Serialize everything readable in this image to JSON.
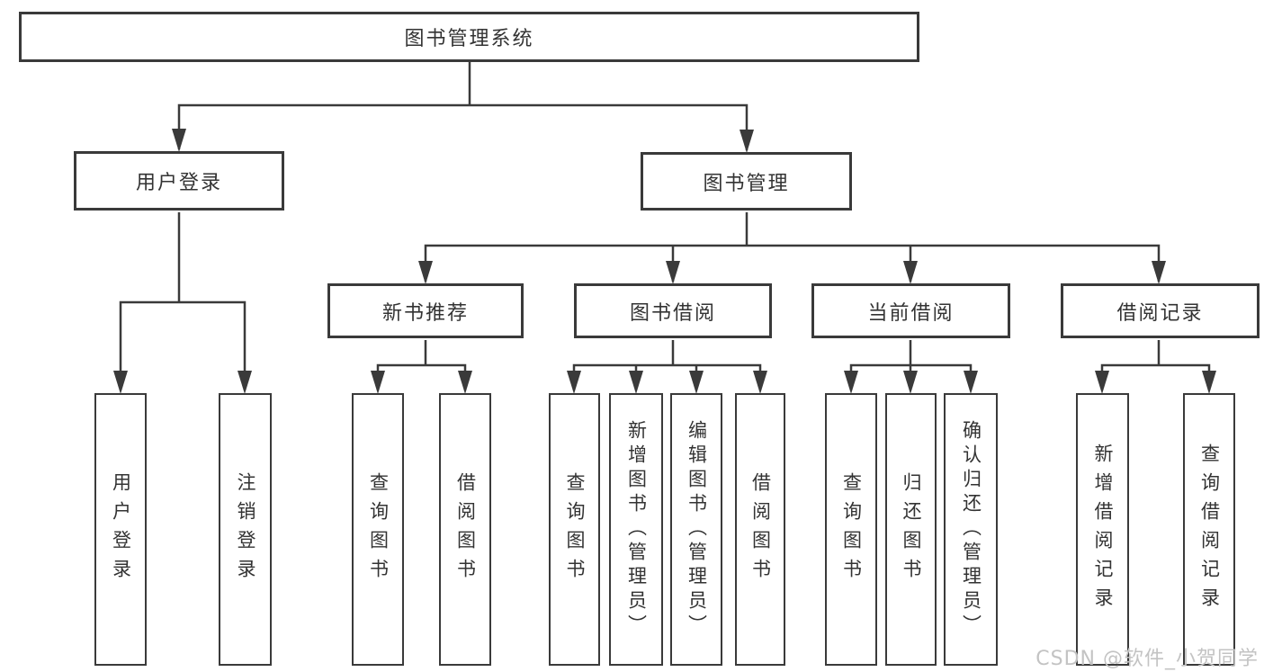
{
  "diagram": {
    "kind": "hierarchy-tree",
    "colors": {
      "line": "#3a3a3a",
      "box_border": "#3a3a3a",
      "box_fill": "#ffffff",
      "text": "#333333",
      "watermark_text": "#c3c3c3",
      "background": "#ffffff"
    }
  },
  "tree": {
    "root": "图书管理系统",
    "children": [
      {
        "label": "用户登录",
        "children": [
          "用户登录",
          "注销登录"
        ]
      },
      {
        "label": "图书管理",
        "children": [
          {
            "label": "新书推荐",
            "children": [
              "查询图书",
              "借阅图书"
            ]
          },
          {
            "label": "图书借阅",
            "children": [
              "查询图书",
              "新增图书（管理员）",
              "编辑图书（管理员）",
              "借阅图书"
            ]
          },
          {
            "label": "当前借阅",
            "children": [
              "查询图书",
              "归还图书",
              "确认归还（管理员）"
            ]
          },
          {
            "label": "借阅记录",
            "children": [
              "新增借阅记录",
              "查询借阅记录"
            ]
          }
        ]
      }
    ]
  },
  "watermark": {
    "text": "CSDN @软件_小贺同学"
  }
}
